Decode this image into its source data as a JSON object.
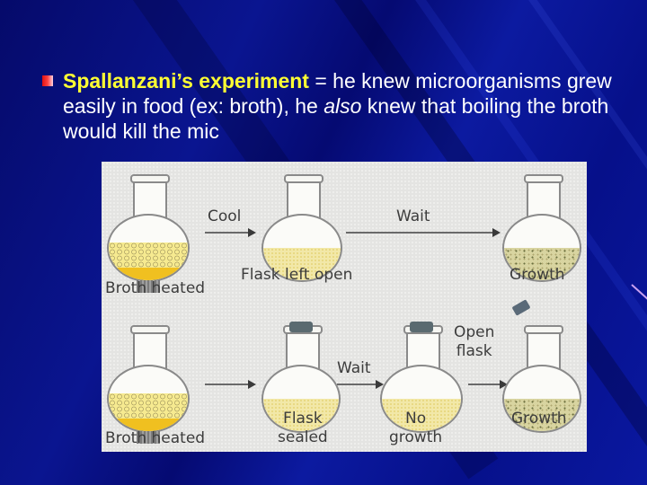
{
  "slide": {
    "bullet": {
      "highlight": "Spallanzani’s experiment",
      "text_before_italic": " = he knew microorganisms grew easily in food (ex: broth), he ",
      "italic": "also",
      "text_after_italic": " knew that boiling the broth would kill the mic"
    }
  },
  "figure": {
    "row1": {
      "step1_label": "Broth heated",
      "arrow1_label": "Cool",
      "step2_label": "Flask left open",
      "arrow2_label": "Wait",
      "step3_label": "Growth"
    },
    "row2": {
      "step1_label": "Broth heated",
      "step2_label_line1": "Flask",
      "step2_label_line2": "sealed",
      "arrow2_label": "Wait",
      "step3_label_line1": "No",
      "step3_label_line2": "growth",
      "arrow3_label_line1": "Open",
      "arrow3_label_line2": "flask",
      "step4_label": "Growth"
    }
  },
  "colors": {
    "background": "#0a1590",
    "highlight_text": "#ffff33",
    "body_text": "#ffffff",
    "bullet": "#e01010",
    "figure_bg": "#e4e4e2"
  }
}
